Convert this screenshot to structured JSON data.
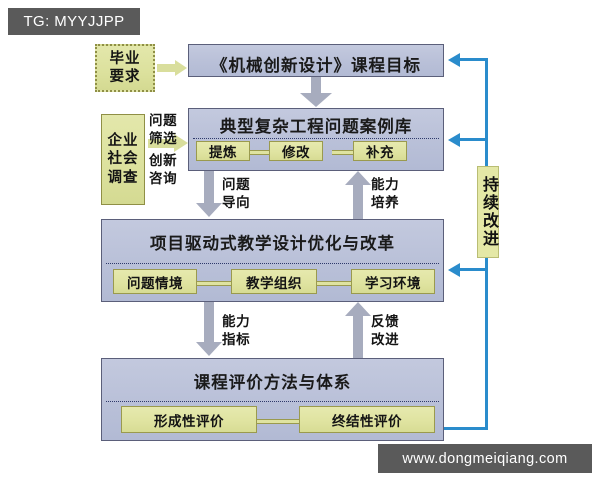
{
  "overlay": {
    "tg_tag": "TG: MYYJJPP",
    "watermark": "www.dongmeiqiang.com"
  },
  "colors": {
    "panel_fill": "#bcc3da",
    "panel_border": "#5b5f7a",
    "sub_fill": "#dfe3a0",
    "sub_border": "#9a9a4e",
    "grey_arrow": "#a7acbe",
    "green_arrow": "#d9de9c",
    "feedback_blue": "#2a8ccc",
    "chip_grey": "#5a5a5a"
  },
  "sources": {
    "graduation": {
      "line1": "毕业",
      "line2": "要求"
    },
    "survey": {
      "line1": "企业",
      "line2": "社会",
      "line3": "调查"
    }
  },
  "panels": [
    {
      "id": "course-objective",
      "title": "《机械创新设计》课程目标",
      "subs": []
    },
    {
      "id": "case-library",
      "title": "典型复杂工程问题案例库",
      "subs": [
        "提炼",
        "修改",
        "补充"
      ]
    },
    {
      "id": "teaching-design",
      "title": "项目驱动式教学设计优化与改革",
      "subs": [
        "问题情境",
        "教学组织",
        "学习环境"
      ]
    },
    {
      "id": "evaluation-system",
      "title": "课程评价方法与体系",
      "subs": [
        "形成性评价",
        "终结性评价"
      ]
    }
  ],
  "annotations": {
    "problem_filter": {
      "line1": "问题",
      "line2": "筛选"
    },
    "innovation_consult": {
      "line1": "创新",
      "line2": "咨询"
    },
    "problem_oriented": {
      "line1": "问题",
      "line2": "导向"
    },
    "ability_cultivation": {
      "line1": "能力",
      "line2": "培养"
    },
    "ability_index": {
      "line1": "能力",
      "line2": "指标"
    },
    "feedback_improve": {
      "line1": "反馈",
      "line2": "改进"
    },
    "continuous_improvement": "持续改进"
  }
}
